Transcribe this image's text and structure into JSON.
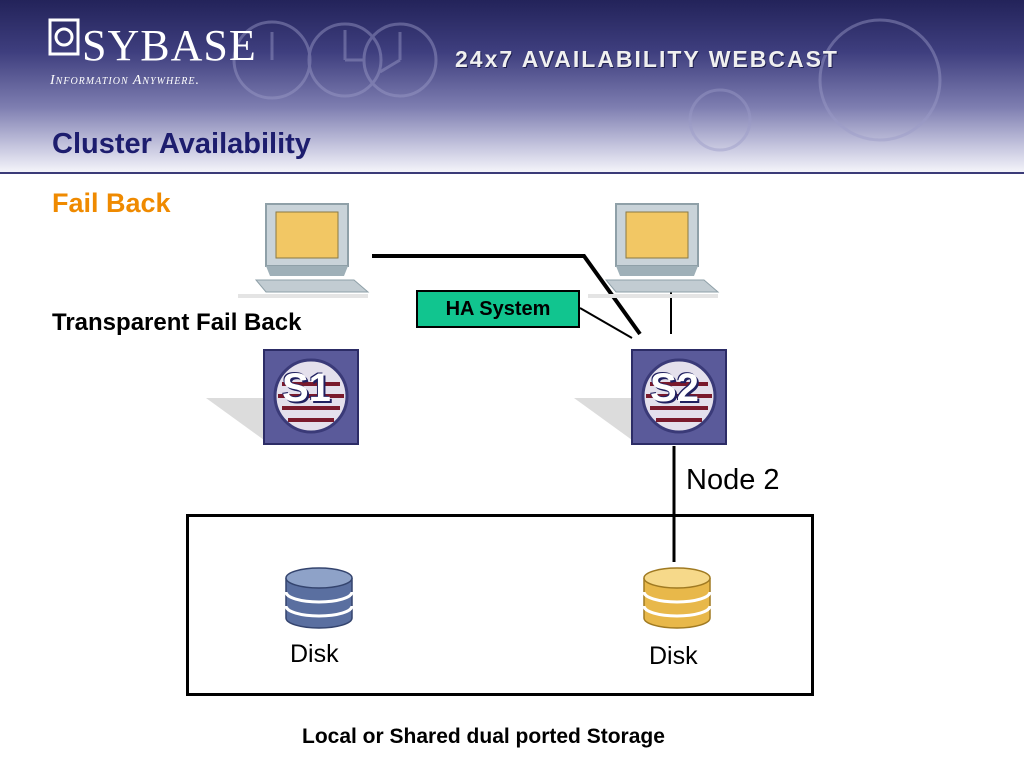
{
  "header": {
    "brand": "SYBASE",
    "tagline": "Information Anywhere.",
    "webcast_title": "24x7 AVAILABILITY WEBCAST"
  },
  "slide": {
    "title": "Cluster Availability",
    "subtitle": "Fail Back"
  },
  "diagram": {
    "transparent_label": "Transparent Fail Back",
    "ha_system_label": "HA System",
    "server1_label": "S1",
    "server2_label": "S2",
    "node2_label": "Node 2",
    "disk1_label": "Disk",
    "disk2_label": "Disk",
    "storage_caption": "Local or Shared dual ported Storage"
  },
  "colors": {
    "title": "#1d1d6e",
    "subtitle": "#ef8a00",
    "ha_box": "#11c58f",
    "disk_blue": "#5a6fa0",
    "disk_gold": "#e8b84a"
  }
}
